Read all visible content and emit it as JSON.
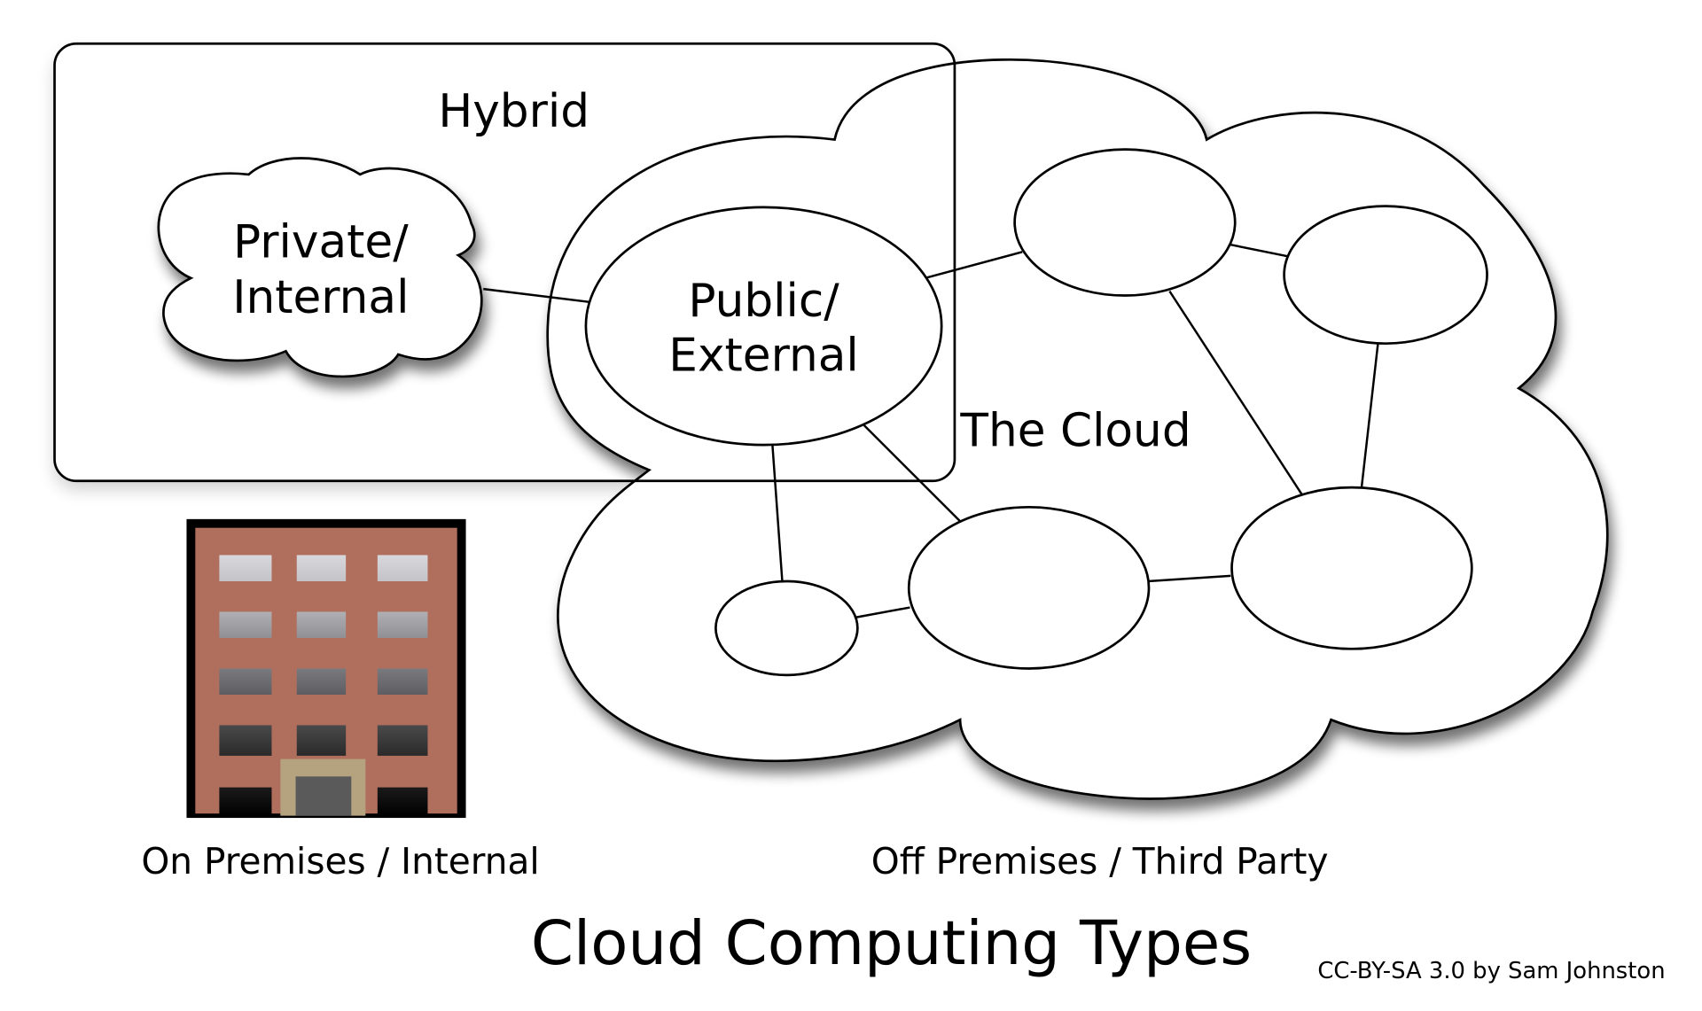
{
  "diagram": {
    "title": "Cloud Computing Types",
    "credit": "CC-BY-SA 3.0 by Sam Johnston",
    "regions": {
      "hybrid": "Hybrid",
      "the_cloud": "The Cloud"
    },
    "nodes": {
      "private": {
        "line1": "Private/",
        "line2": "Internal"
      },
      "public": {
        "line1": "Public/",
        "line2": "External"
      }
    },
    "captions": {
      "on_premises": "On Premises / Internal",
      "off_premises": "Off Premises / Third Party"
    },
    "icons": {
      "building": "office-building-icon"
    },
    "colors": {
      "building_wall": "#b06e5c",
      "building_outline": "#000000",
      "door_frame": "#b5a380",
      "door": "#5a5a5a"
    },
    "edges": [
      [
        "private",
        "public"
      ],
      [
        "public",
        "cloud-node-1"
      ],
      [
        "cloud-node-1",
        "cloud-node-2"
      ],
      [
        "cloud-node-1",
        "cloud-node-5"
      ],
      [
        "cloud-node-2",
        "cloud-node-5"
      ],
      [
        "public",
        "cloud-node-3"
      ],
      [
        "public",
        "cloud-node-4"
      ],
      [
        "cloud-node-3",
        "cloud-node-4"
      ],
      [
        "cloud-node-4",
        "cloud-node-5"
      ]
    ]
  }
}
